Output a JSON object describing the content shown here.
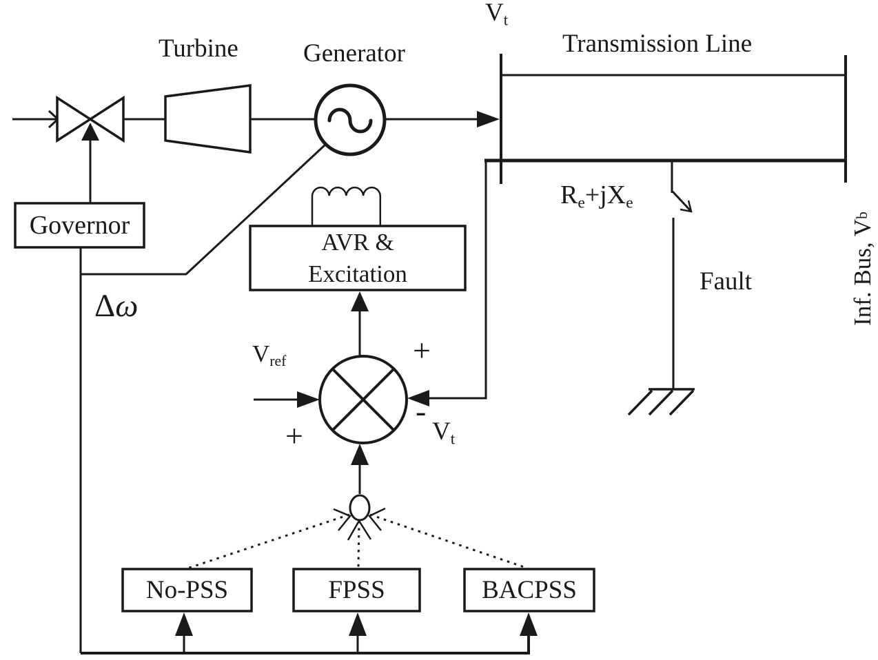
{
  "colors": {
    "ink": "#1a1a1a",
    "background": "#ffffff"
  },
  "labels": {
    "turbine": "Turbine",
    "generator": "Generator",
    "transmission_line": "Transmission Line",
    "terminal_voltage_top": {
      "base": "V",
      "sub": "t"
    },
    "governor": "Governor",
    "delta_omega": {
      "delta": "Δ",
      "omega": "ω"
    },
    "avr": {
      "line1": "AVR &",
      "line2": "Excitation"
    },
    "line_impedance": {
      "p1": "R",
      "s1": "e",
      "p2": "+jX",
      "s2": "e"
    },
    "fault": "Fault",
    "infinite_bus": {
      "base": "Inf. Bus, V",
      "sub": "b"
    },
    "v_ref": {
      "base": "V",
      "sub": "ref"
    },
    "sum_plus_top": "+",
    "sum_minus": "-",
    "sum_vt": {
      "base": "V",
      "sub": "t"
    },
    "sum_plus_bottom": "+",
    "pss_options": [
      "No-PSS",
      "FPSS",
      "BACPSS"
    ]
  }
}
